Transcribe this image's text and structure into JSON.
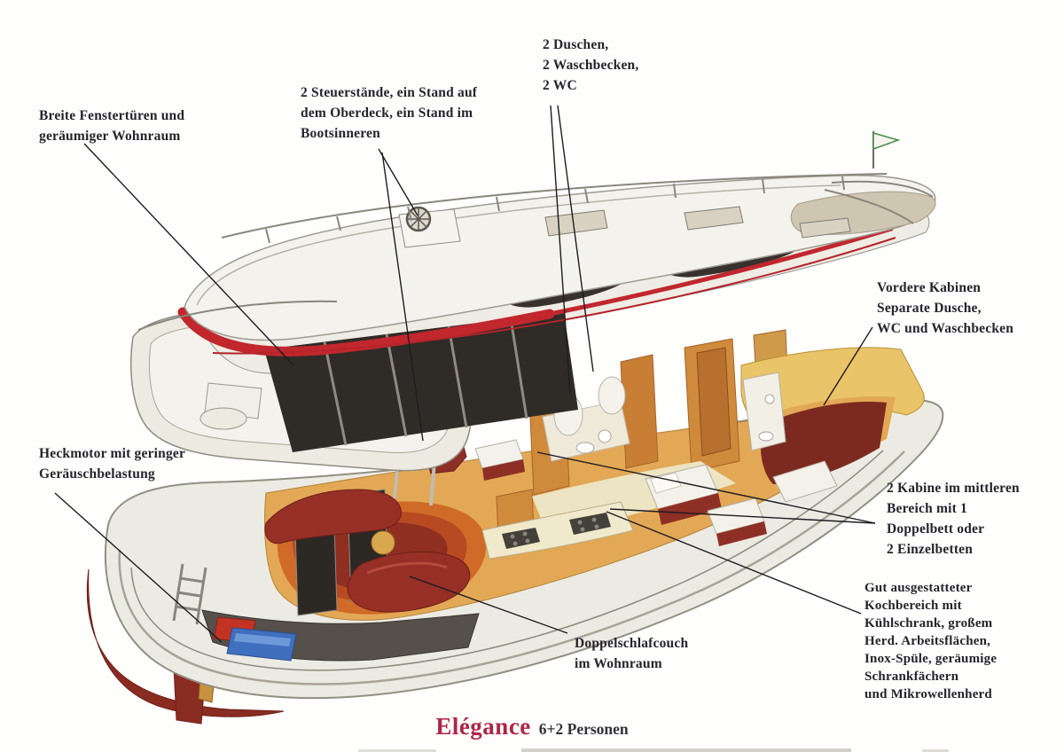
{
  "title": {
    "brand": "Elégance",
    "capacity": "6+2 Personen"
  },
  "labels": {
    "fenstertueren": "Breite Fenstertüren und\ngeräumiger Wohnraum",
    "steuerstaende": "2 Steuerstände, ein Stand auf\ndem Oberdeck, ein Stand im\nBootsinneren",
    "duschen": "2 Duschen,\n2 Waschbecken,\n2 WC",
    "vordere_kabinen": "Vordere Kabinen\nSeparate Dusche,\nWC und Waschbecken",
    "heckmotor": "Heckmotor mit geringer\nGeräuschbelastung",
    "kabine_mitte": "2 Kabine im mittleren\nBereich mit 1\nDoppelbett oder\n2 Einzelbetten",
    "kochbereich": "Gut ausgestatteter\nKochbereich mit\nKühlschrank, großem\nHerd. Arbeitsflächen,\nInox-Spüle, geräumige\nSchrankfächern\nund Mikrowellenherd",
    "doppelschlafcouch": "Doppelschlafcouch\nim Wohnraum"
  },
  "colors": {
    "brand_red": "#ae2747",
    "stripe_red": "#c1272d",
    "hull_white": "#ecebe3",
    "deck_tan": "#cfc6b2",
    "interior_wood": "#e2a855",
    "wall_wood": "#d08a3c",
    "couch_red": "#962f26",
    "carpet_orange": "#d06a28",
    "carpet_dark_red": "#8e2f22",
    "window_dark": "#2f2b27",
    "engine_blue": "#3f6fbe",
    "engine_red": "#c23324",
    "label_ink": "#26242c"
  }
}
